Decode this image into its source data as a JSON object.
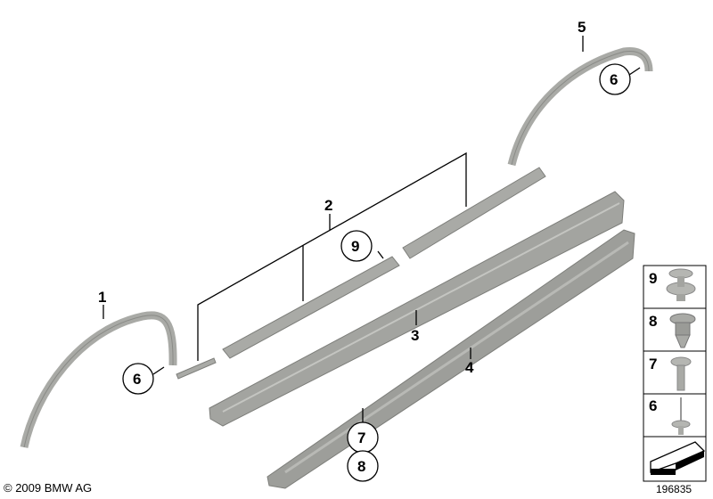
{
  "diagram": {
    "callouts": [
      {
        "id": "c1",
        "text": "1",
        "circled": false
      },
      {
        "id": "c2",
        "text": "2",
        "circled": false
      },
      {
        "id": "c3",
        "text": "3",
        "circled": false
      },
      {
        "id": "c4",
        "text": "4",
        "circled": false
      },
      {
        "id": "c5",
        "text": "5",
        "circled": false
      },
      {
        "id": "c6a",
        "text": "6",
        "circled": true
      },
      {
        "id": "c6b",
        "text": "6",
        "circled": true
      },
      {
        "id": "c7",
        "text": "7",
        "circled": true
      },
      {
        "id": "c8",
        "text": "8",
        "circled": true
      },
      {
        "id": "c9",
        "text": "9",
        "circled": true
      }
    ],
    "legend_panel": [
      "9",
      "8",
      "7",
      "6"
    ],
    "part_color": "#a9aaa6",
    "part_dark": "#7d7e7a"
  },
  "footer": {
    "copyright": "© 2009 BMW AG",
    "diagram_number": "196835"
  }
}
